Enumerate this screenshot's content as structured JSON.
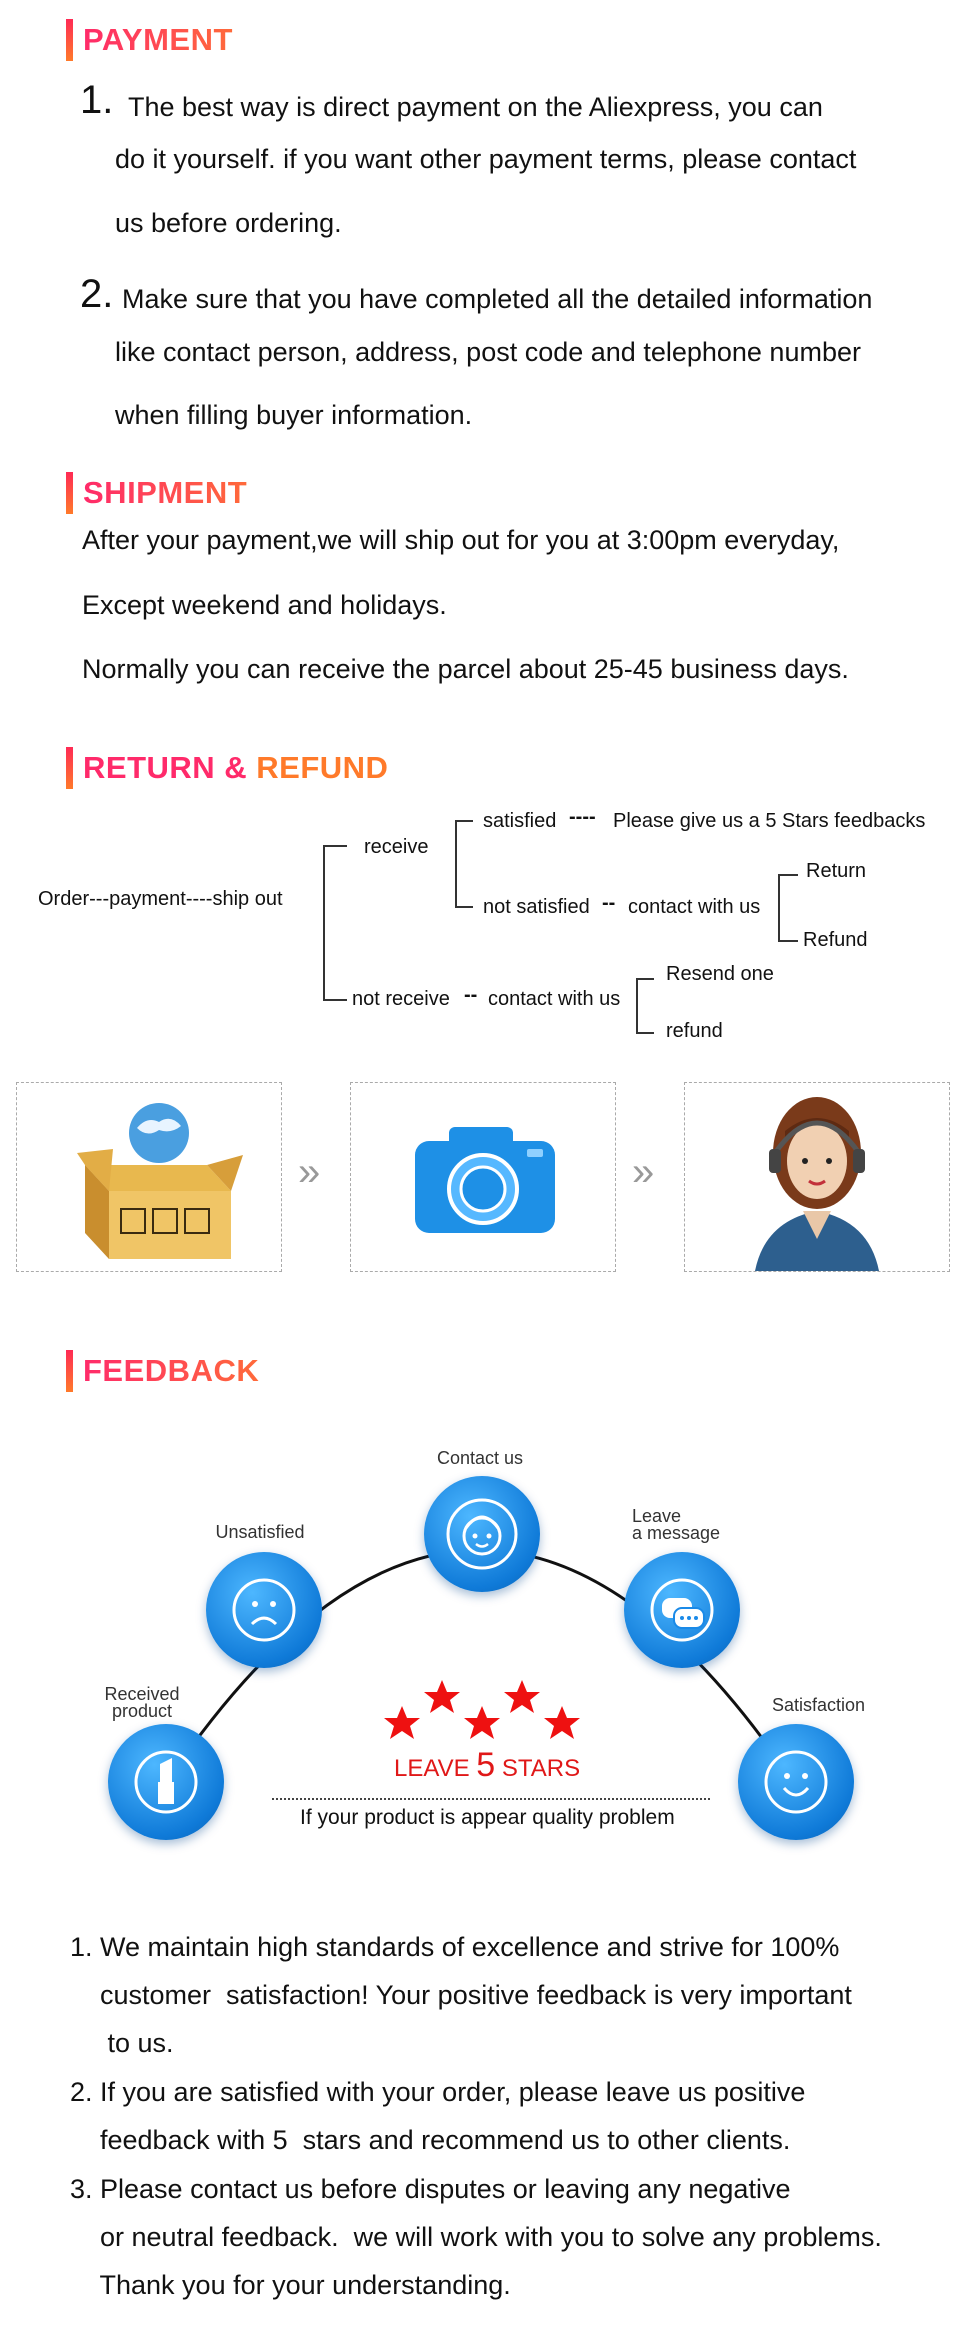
{
  "payment": {
    "title": "PAYMENT",
    "items": [
      {
        "num": "1.",
        "lines": [
          "The best way is direct payment on the Aliexpress, you can",
          "do it yourself. if  you want other payment terms, please contact",
          "us before ordering."
        ]
      },
      {
        "num": "2.",
        "lines": [
          "Make sure that you have completed all the detailed information",
          "like contact  person, address, post code and telephone number",
          "when filling buyer information."
        ]
      }
    ]
  },
  "shipment": {
    "title": "SHIPMENT",
    "lines": [
      "After your payment,we will ship out for you at 3:00pm everyday,",
      "Except weekend and holidays.",
      "Normally you can receive the parcel about 25-45 business days."
    ]
  },
  "refund": {
    "title_part1": "RETURN & ",
    "title_part2": "REFUND",
    "root": "Order---payment----ship out",
    "receive": "receive",
    "satisfied": "satisfied",
    "satisfied_dash": "----",
    "five_stars": "Please give us a 5 Stars feedbacks",
    "not_satisfied": "not satisfied",
    "dash2": "--",
    "contact_us_1": "contact with us",
    "return": "Return",
    "refund": "Refund",
    "not_receive": "not receive",
    "dash3": "--",
    "contact_us_2": "contact with us",
    "resend": "Resend one",
    "refund_lower": "refund"
  },
  "feedback": {
    "title": "FEEDBACK",
    "contact_us": "Contact us",
    "unsatisfied": "Unsatisfied",
    "leave_message": [
      "Leave",
      "a message"
    ],
    "received_product": [
      "Received",
      "product"
    ],
    "satisfaction": "Satisfaction",
    "leave": "LEAVE ",
    "five": "5",
    "stars": " STARS",
    "quality_problem": "If your product is appear quality problem",
    "list": [
      [
        "1. We maintain high standards of excellence and strive for 100%",
        "    customer  satisfaction! Your positive feedback is very important",
        "     to us."
      ],
      [
        "2. If you are satisfied with your order, please leave us positive",
        "    feedback with 5  stars and recommend us to other clients."
      ],
      [
        "3. Please contact us before disputes or leaving any negative",
        "    or neutral feedback.  we will work with you to solve any problems.",
        "    Thank you for your understanding."
      ]
    ]
  },
  "colors": {
    "accent_pink": "#ff2a6a",
    "accent_orange": "#ff6a3a",
    "icon_blue": "#1a8ae8",
    "star_red": "#ee1111"
  }
}
